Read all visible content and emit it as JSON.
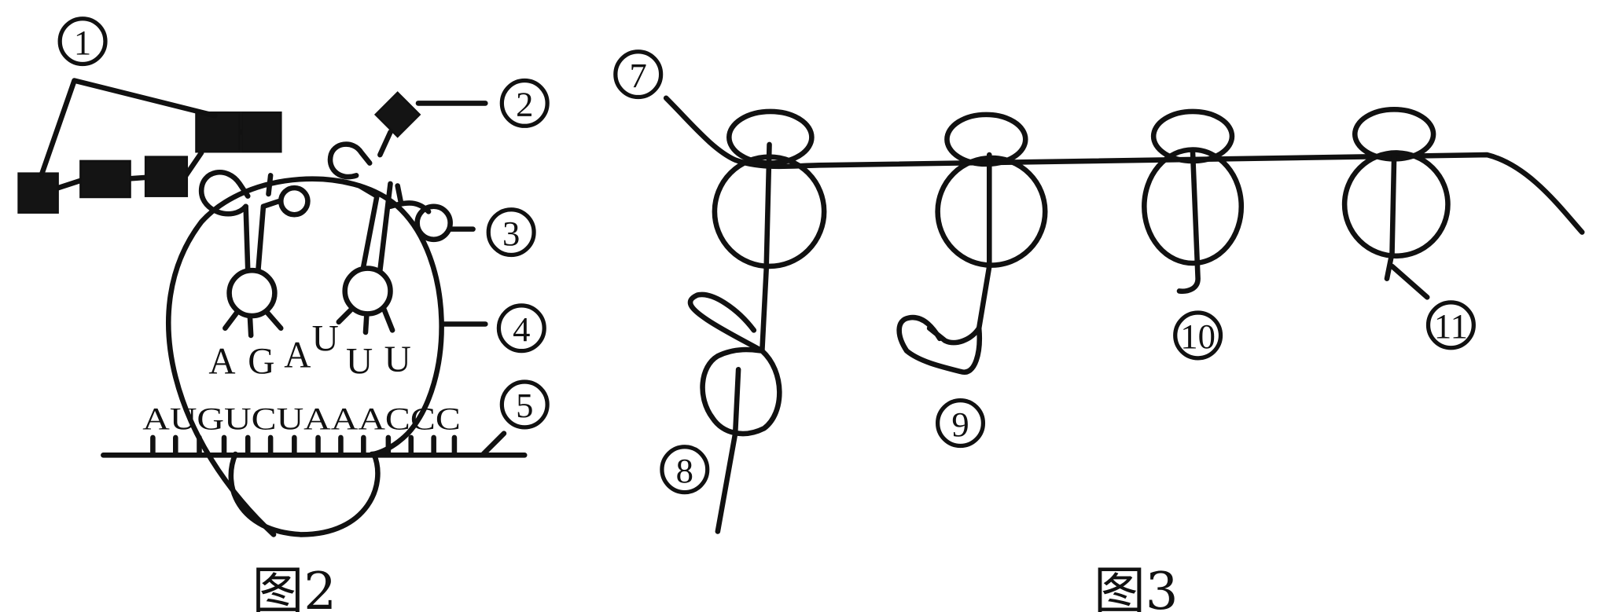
{
  "figure2": {
    "caption": "图2",
    "labels": {
      "l1": "1",
      "l2": "2",
      "l3": "3",
      "l4": "4",
      "l5": "5"
    },
    "anticodons": [
      "A",
      "G",
      "A",
      "U",
      "U",
      "U"
    ],
    "mrna_sequence": "AUGUCUAAACCC"
  },
  "figure3": {
    "caption": "图3",
    "labels": {
      "l7": "7",
      "l8": "8",
      "l9": "9",
      "l10": "10",
      "l11": "11"
    }
  }
}
